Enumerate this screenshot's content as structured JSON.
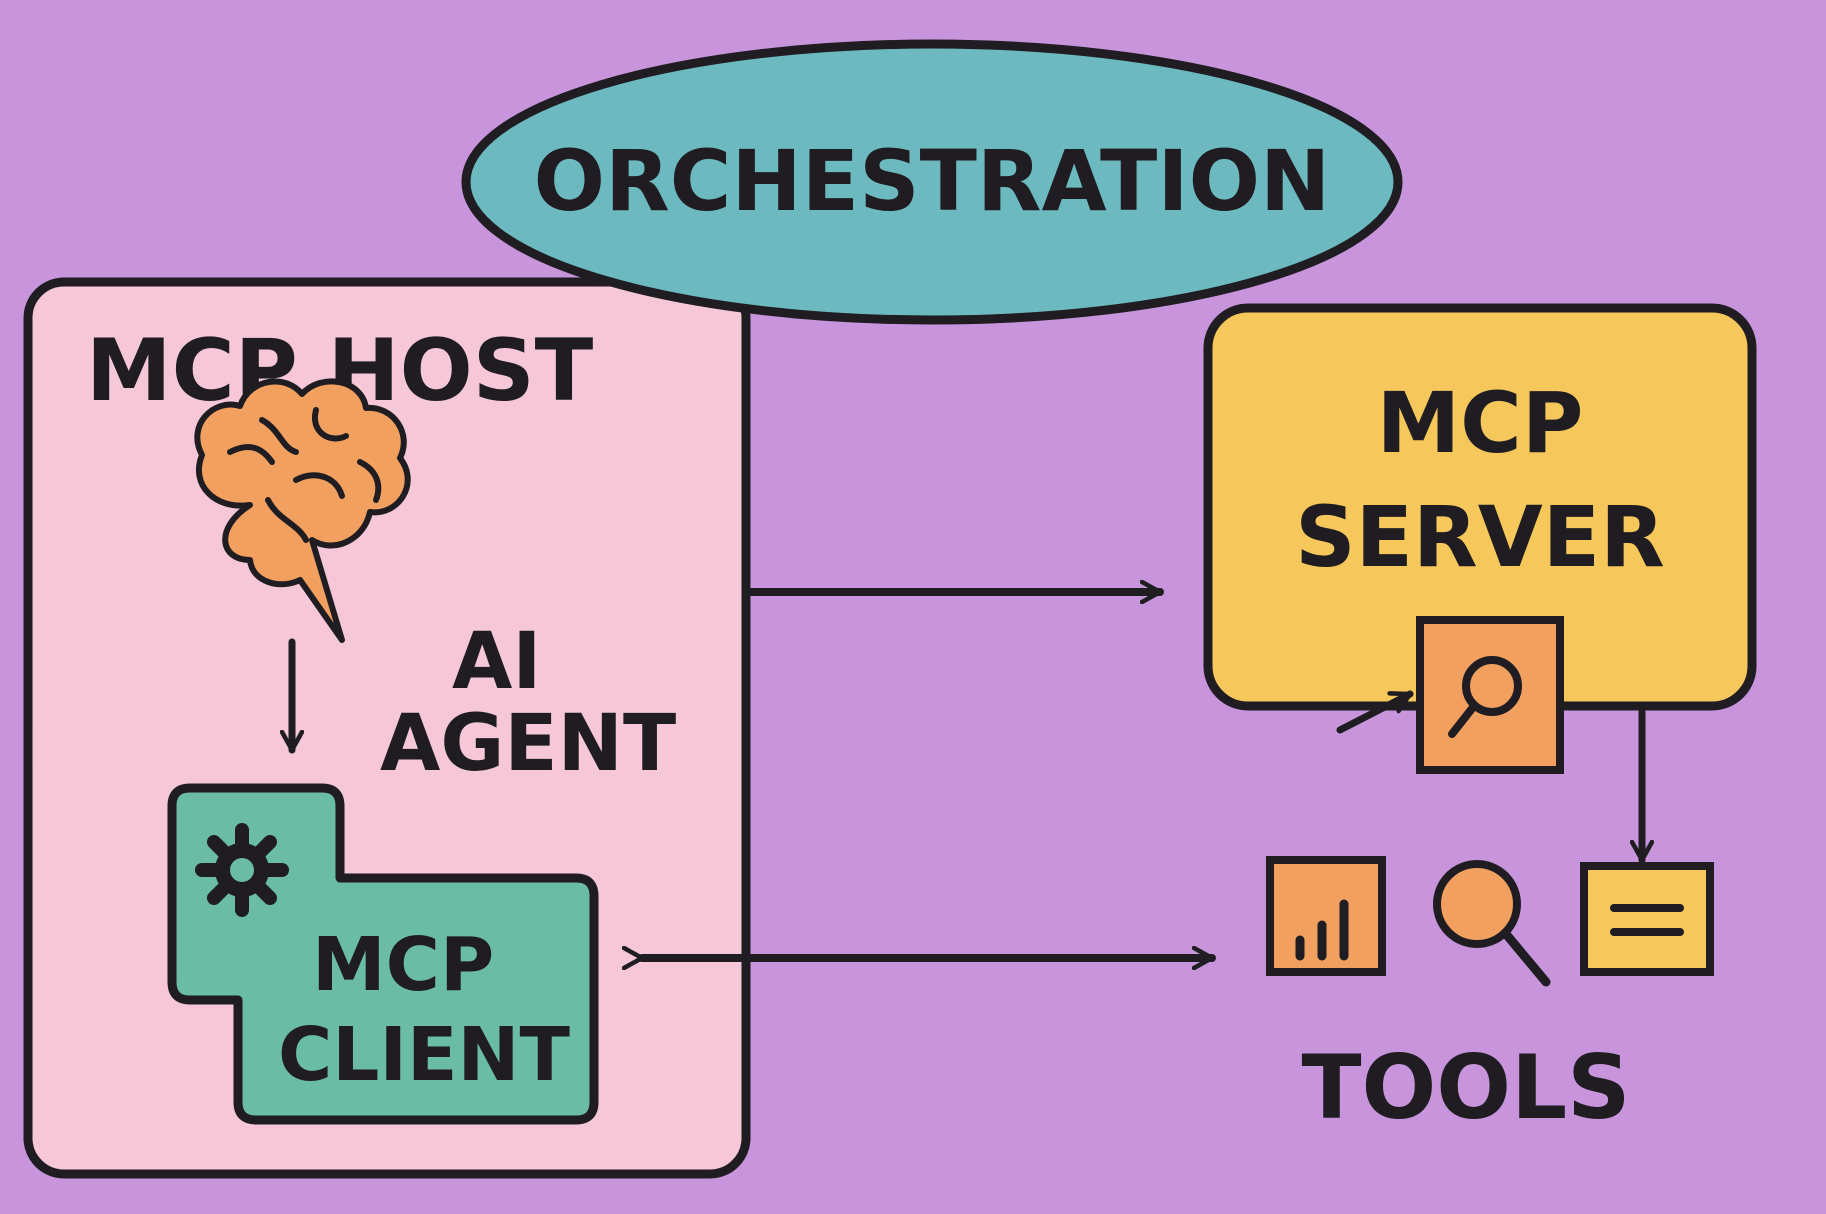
{
  "labels": {
    "orchestration": "ORCHESTRATION",
    "host": "MCP HOST",
    "agent_line1": "AI",
    "agent_line2": "AGENT",
    "client_line1": "MCP",
    "client_line2": "CLIENT",
    "server_line1": "MCP",
    "server_line2": "SERVER",
    "tools": "TOOLS"
  },
  "icons": {
    "agent": "brain-icon",
    "client": "gear-icon",
    "server": "magnifier-icon",
    "tools": [
      "bar-chart-icon",
      "magnifier-icon",
      "document-icon"
    ]
  },
  "colors": {
    "background": "#c895dc",
    "orchestration_fill": "#6db9c0",
    "host_fill": "#f5c7d7",
    "client_fill": "#6bbca5",
    "server_fill": "#f6c85c",
    "icon_orange": "#f2a060",
    "outline": "#1f1d22"
  }
}
